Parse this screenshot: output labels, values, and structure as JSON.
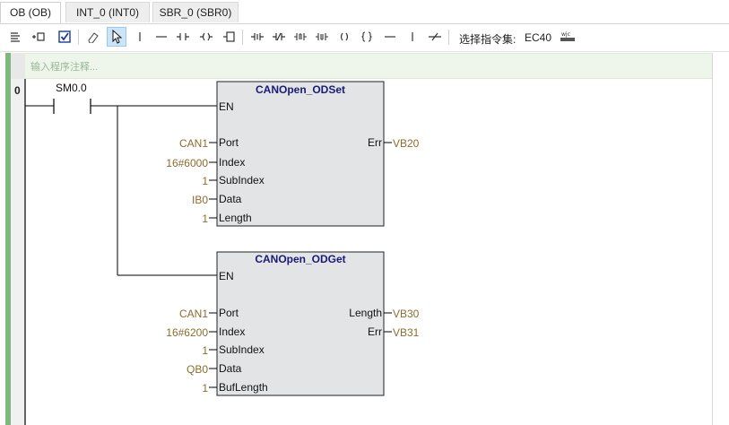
{
  "tabs": [
    {
      "label": "OB (OB)",
      "active": true
    },
    {
      "label": "INT_0 (INT0)",
      "active": false
    },
    {
      "label": "SBR_0 (SBR0)",
      "active": false
    }
  ],
  "toolbar": {
    "instruction_set_label": "选择指令集:",
    "instruction_set_value": "EC40",
    "buttons": [
      "align-left-icon",
      "insert-network-icon",
      "checkbox-icon",
      "eraser-icon",
      "pointer-icon",
      "vertical-line-icon",
      "horizontal-line-icon",
      "contact-no-icon",
      "coil-icon",
      "box-icon",
      "contact-pos-edge-icon",
      "contact-neg-edge-icon",
      "contact-p-icon",
      "contact-n-icon",
      "coil-alt-icon",
      "set-coil-icon",
      "line-icon",
      "vline-icon",
      "not-icon",
      "wjc-icon"
    ]
  },
  "editor": {
    "comment_placeholder": "输入程序注释...",
    "network_number": "0",
    "contact": {
      "address": "SM0.0"
    },
    "blocks": [
      {
        "name": "CANOpen_ODSet",
        "en": "EN",
        "inputs": [
          {
            "pin": "Port",
            "value": "CAN1"
          },
          {
            "pin": "Index",
            "value": "16#6000"
          },
          {
            "pin": "SubIndex",
            "value": "1"
          },
          {
            "pin": "Data",
            "value": "IB0"
          },
          {
            "pin": "Length",
            "value": "1"
          }
        ],
        "outputs": [
          {
            "pin": "Err",
            "value": "VB20"
          }
        ]
      },
      {
        "name": "CANOpen_ODGet",
        "en": "EN",
        "inputs": [
          {
            "pin": "Port",
            "value": "CAN1"
          },
          {
            "pin": "Index",
            "value": "16#6200"
          },
          {
            "pin": "SubIndex",
            "value": "1"
          },
          {
            "pin": "Data",
            "value": "QB0"
          },
          {
            "pin": "BufLength",
            "value": "1"
          }
        ],
        "outputs": [
          {
            "pin": "Length",
            "value": "VB30"
          },
          {
            "pin": "Err",
            "value": "VB31"
          }
        ]
      }
    ]
  },
  "colors": {
    "gutter_green": "#7fb77e",
    "comment_bg": "#eef5ea",
    "block_fill": "#e3e4e6",
    "block_title": "#1a1a78",
    "param_text": "#8a6d2e",
    "tab_active_bg": "#ffffff"
  }
}
